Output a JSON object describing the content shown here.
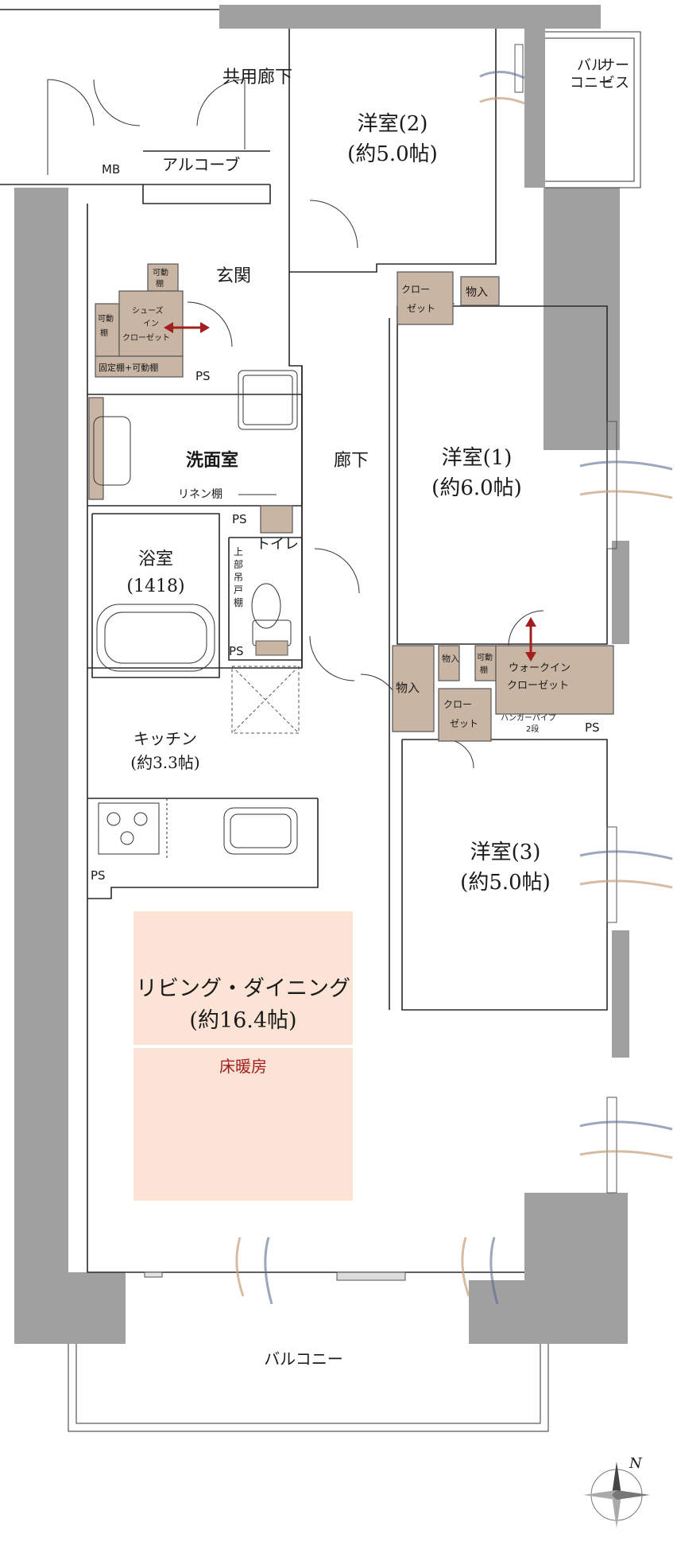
{
  "rooms": {
    "western2": {
      "name": "洋室(2)",
      "size": "(約5.0帖)"
    },
    "western1": {
      "name": "洋室(1)",
      "size": "(約6.0帖)"
    },
    "western3": {
      "name": "洋室(3)",
      "size": "(約5.0帖)"
    },
    "kitchen": {
      "name": "キッチン",
      "size": "(約3.3帖)"
    },
    "living": {
      "name": "リビング・ダイニング",
      "size": "(約16.4帖)",
      "note": "床暖房"
    },
    "bath": {
      "name": "浴室",
      "size": "(1418)"
    },
    "washroom": {
      "name": "洗面室"
    },
    "entrance": {
      "name": "玄関"
    },
    "toilet": {
      "name": "トイレ"
    },
    "hallway": {
      "name": "廊下"
    }
  },
  "labels": {
    "common_corridor": "共用廊下",
    "alcove": "アルコーブ",
    "mb": "MB",
    "ps": "PS",
    "service_balcony": [
      "サー",
      "ビス",
      "バル",
      "コニー"
    ],
    "balcony": "バルコニー",
    "linen_shelf": "リネン棚",
    "upper_cabinet": [
      "上",
      "部",
      "吊",
      "戸",
      "棚"
    ],
    "shoes_closet": [
      "シューズ",
      "イン",
      "クローゼット"
    ],
    "movable_shelf": [
      "可動",
      "棚"
    ],
    "fixed_movable_shelf": "固定棚+可動棚",
    "closet": [
      "クロー",
      "ゼット"
    ],
    "storage": "物入",
    "walkin_closet": [
      "ウォークイン",
      "クローゼット"
    ],
    "hanger_pipe": [
      "ハンガーパイプ",
      "2段"
    ],
    "north": "N"
  },
  "colors": {
    "wall": "#a0a0a0",
    "closet": "#c8b5a3",
    "living_fill": "#fbe3d6",
    "accent_red": "#a31f1f",
    "wind_blue": "#5a6d8f",
    "wind_tan": "#c4a07c"
  }
}
